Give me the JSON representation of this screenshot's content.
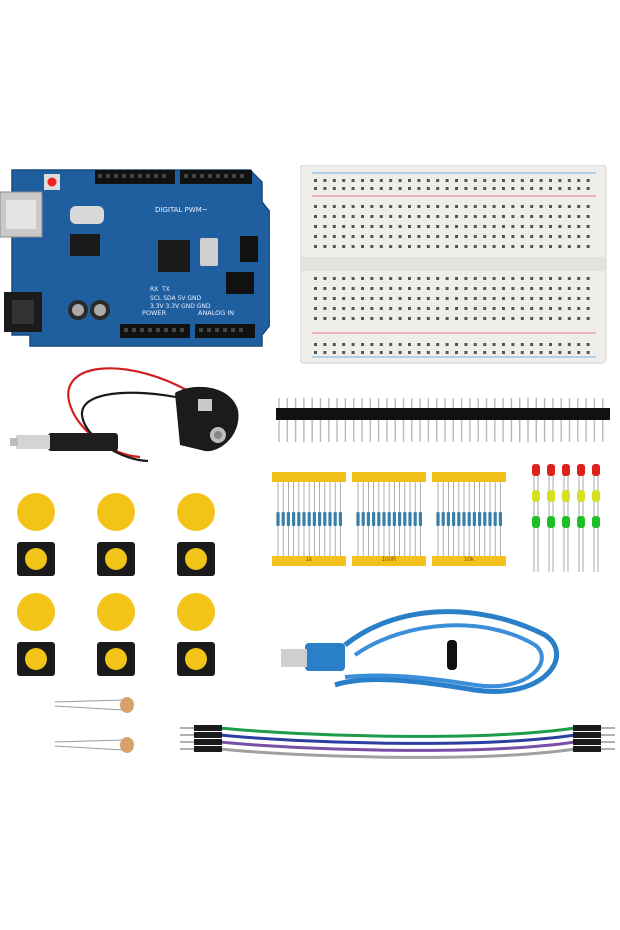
{
  "board": {
    "title": "DIGITAL PWM~",
    "power_label": "POWER",
    "analog_label": "ANALOG IN",
    "tx_label": "TX",
    "rx_label": "RX",
    "pin_labels": "SCL SDA 5V GND",
    "pin_labels2": "3.3V 3.3V GND GND",
    "color": "#1f5fa0"
  },
  "resistors": {
    "label_1": "1k",
    "label_2": "100R",
    "label_3": "10k",
    "tape_color": "#f3c11b"
  },
  "leds": {
    "colors": [
      "#e0201a",
      "#d6e020",
      "#1fbf2a"
    ]
  },
  "buttons": {
    "cap_color": "#f2c417"
  },
  "cable": {
    "color": "#2a7fc9"
  },
  "jumpers": {
    "colors": [
      "#1d9a4a",
      "#2c3fa0",
      "#7a4fa8",
      "#a0a0a0"
    ]
  }
}
